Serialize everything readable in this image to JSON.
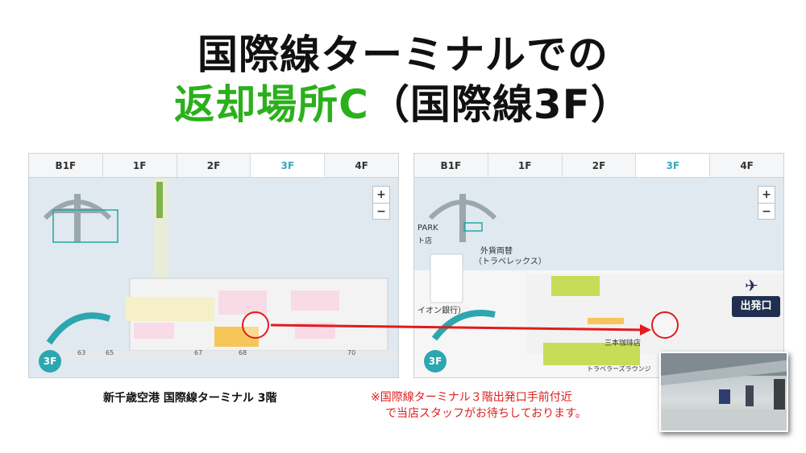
{
  "title": {
    "line1": "国際線ターミナルでの",
    "line2_green": "返却場所C",
    "line2_black": "（国際線3F）"
  },
  "map_tabs": [
    "B1F",
    "1F",
    "2F",
    "3F",
    "4F"
  ],
  "active_tab": "3F",
  "zoom": {
    "plus": "+",
    "minus": "−"
  },
  "floor_badge": "3F",
  "left_map": {
    "gates": [
      "63",
      "65",
      "67",
      "68",
      "70"
    ],
    "caption": "新千歳空港 国際線ターミナル 3階"
  },
  "right_map": {
    "park_label": "PARK",
    "park_sub": "ト店",
    "exchange_label": "外貨両替",
    "exchange_sub": "（トラベレックス）",
    "bank_label": "イオン銀行）",
    "cafe_label": "三本珈琲店",
    "lounge_label": "トラベラーズラウンジ",
    "exit_label": "出発口"
  },
  "note": {
    "line1": "※国際線ターミナル３階出発口手前付近",
    "line2": "で当店スタッフがお待ちしております。"
  },
  "colors": {
    "accent_green": "#2bb01c",
    "accent_red": "#e21b1b",
    "tab_active": "#3ba7b8",
    "floor_teal": "#2ca6b0"
  }
}
